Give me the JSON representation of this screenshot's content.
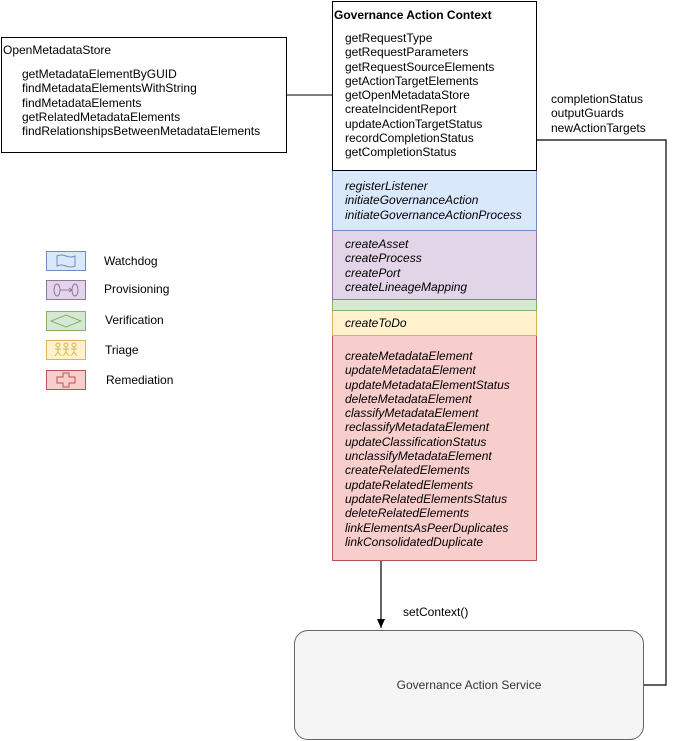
{
  "store": {
    "title": "OpenMetadataStore",
    "methods": [
      "getMetadataElementByGUID",
      "findMetadataElementsWithString",
      "findMetadataElements",
      "getRelatedMetadataElements",
      "findRelationshipsBetweenMetadataElements"
    ]
  },
  "context": {
    "title": "Governance Action Context",
    "core_methods": [
      "getRequestType",
      "getRequestParameters",
      "getRequestSourceElements",
      "getActionTargetElements",
      "getOpenMetadataStore",
      "createIncidentReport",
      "updateActionTargetStatus",
      "recordCompletionStatus",
      "getCompletionStatus"
    ],
    "watchdog_methods": [
      "registerListener",
      "initiateGovernanceAction",
      "initiateGovernanceActionProcess"
    ],
    "provisioning_methods": [
      "createAsset",
      "createProcess",
      "createPort",
      "createLineageMapping"
    ],
    "triage_methods": [
      "createToDo"
    ],
    "remediation_methods": [
      "createMetadataElement",
      "updateMetadataElement",
      "updateMetadataElementStatus",
      "deleteMetadataElement",
      "classifyMetadataElement",
      "reclassifyMetadataElement",
      "updateClassificationStatus",
      "unclassifyMetadataElement",
      "createRelatedElements",
      "updateRelatedElements",
      "updateRelatedElementsStatus",
      "deleteRelatedElements",
      "linkElementsAsPeerDuplicates",
      "linkConsolidatedDuplicate"
    ]
  },
  "legend": [
    {
      "label": "Watchdog",
      "icon": "watchdog-icon",
      "color": "#dae8fc",
      "border": "#6c8ebf"
    },
    {
      "label": "Provisioning",
      "icon": "provisioning-icon",
      "color": "#e1d5e7",
      "border": "#9673a6"
    },
    {
      "label": "Verification",
      "icon": "verification-icon",
      "color": "#d5e8d4",
      "border": "#82b366"
    },
    {
      "label": "Triage",
      "icon": "triage-icon",
      "color": "#fff2cc",
      "border": "#d6b656"
    },
    {
      "label": "Remediation",
      "icon": "remediation-icon",
      "color": "#f8cecc",
      "border": "#b85450"
    }
  ],
  "return_values": [
    "completionStatus",
    "outputGuards",
    "newActionTargets"
  ],
  "set_context_label": "setContext()",
  "service": {
    "title": "Governance Action Service"
  }
}
